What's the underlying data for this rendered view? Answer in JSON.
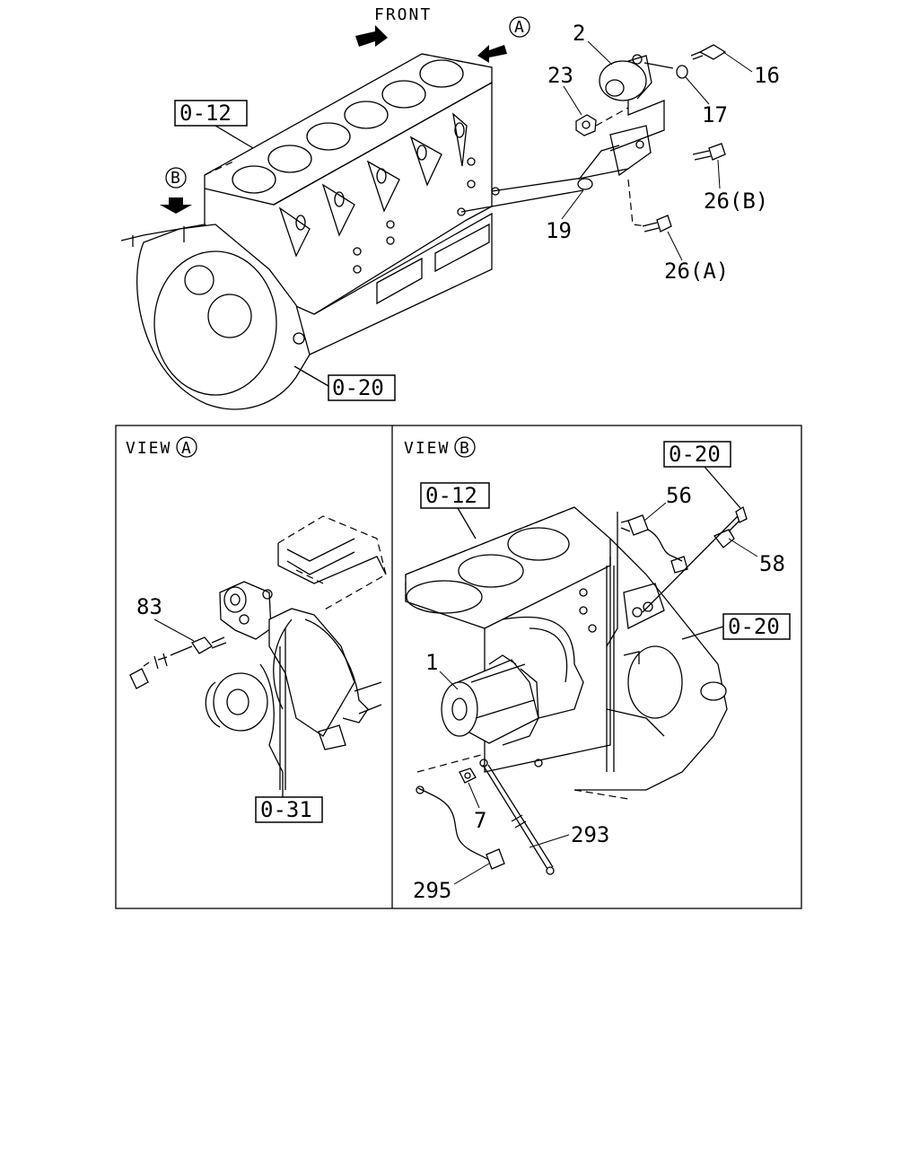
{
  "top_view": {
    "front_label": "FRONT",
    "view_markers": {
      "a": "A",
      "b": "B"
    },
    "refs": {
      "block": "0-12",
      "flywheel_housing": "0-20"
    },
    "parts": {
      "p2": "2",
      "p23": "23",
      "p16": "16",
      "p17": "17",
      "p19": "19",
      "p26b": "26(B)",
      "p26a": "26(A)"
    }
  },
  "view_a": {
    "title": "VIEW",
    "marker": "A",
    "parts": {
      "p83": "83"
    },
    "refs": {
      "water_pump": "0-31"
    }
  },
  "view_b": {
    "title": "VIEW",
    "marker": "B",
    "parts": {
      "p56": "56",
      "p58": "58",
      "p1": "1",
      "p7": "7",
      "p293": "293",
      "p295": "295"
    },
    "refs": {
      "block": "0-12",
      "upper": "0-20",
      "right": "0-20"
    }
  }
}
